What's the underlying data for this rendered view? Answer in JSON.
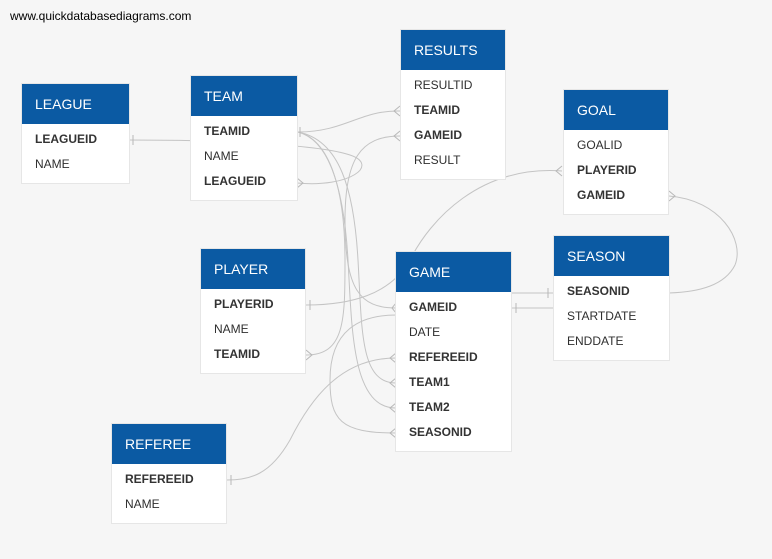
{
  "watermark": "www.quickdatabasediagrams.com",
  "tables": {
    "league": {
      "name": "LEAGUE",
      "fields": [
        {
          "name": "LEAGUEID",
          "bold": true
        },
        {
          "name": "NAME",
          "bold": false
        }
      ]
    },
    "team": {
      "name": "TEAM",
      "fields": [
        {
          "name": "TEAMID",
          "bold": true
        },
        {
          "name": "NAME",
          "bold": false
        },
        {
          "name": "LEAGUEID",
          "bold": true
        }
      ]
    },
    "results": {
      "name": "RESULTS",
      "fields": [
        {
          "name": "RESULTID",
          "bold": false
        },
        {
          "name": "TEAMID",
          "bold": true
        },
        {
          "name": "GAMEID",
          "bold": true
        },
        {
          "name": "RESULT",
          "bold": false
        }
      ]
    },
    "goal": {
      "name": "GOAL",
      "fields": [
        {
          "name": "GOALID",
          "bold": false
        },
        {
          "name": "PLAYERID",
          "bold": true
        },
        {
          "name": "GAMEID",
          "bold": true
        }
      ]
    },
    "player": {
      "name": "PLAYER",
      "fields": [
        {
          "name": "PLAYERID",
          "bold": true
        },
        {
          "name": "NAME",
          "bold": false
        },
        {
          "name": "TEAMID",
          "bold": true
        }
      ]
    },
    "game": {
      "name": "GAME",
      "fields": [
        {
          "name": "GAMEID",
          "bold": true
        },
        {
          "name": "DATE",
          "bold": false
        },
        {
          "name": "REFEREEID",
          "bold": true
        },
        {
          "name": "TEAM1",
          "bold": true
        },
        {
          "name": "TEAM2",
          "bold": true
        },
        {
          "name": "SEASONID",
          "bold": true
        }
      ]
    },
    "season": {
      "name": "SEASON",
      "fields": [
        {
          "name": "SEASONID",
          "bold": true
        },
        {
          "name": "STARTDATE",
          "bold": false
        },
        {
          "name": "ENDDATE",
          "bold": false
        }
      ]
    },
    "referee": {
      "name": "REFEREE",
      "fields": [
        {
          "name": "REFEREEID",
          "bold": true
        },
        {
          "name": "NAME",
          "bold": false
        }
      ]
    }
  },
  "relationships": [
    {
      "from": "team.LEAGUEID",
      "to": "league.LEAGUEID"
    },
    {
      "from": "results.TEAMID",
      "to": "team.TEAMID"
    },
    {
      "from": "results.GAMEID",
      "to": "game.GAMEID"
    },
    {
      "from": "goal.PLAYERID",
      "to": "player.PLAYERID"
    },
    {
      "from": "goal.GAMEID",
      "to": "game.GAMEID"
    },
    {
      "from": "player.TEAMID",
      "to": "team.TEAMID"
    },
    {
      "from": "game.TEAM1",
      "to": "team.TEAMID"
    },
    {
      "from": "game.TEAM2",
      "to": "team.TEAMID"
    },
    {
      "from": "game.SEASONID",
      "to": "season.SEASONID"
    },
    {
      "from": "game.REFEREEID",
      "to": "referee.REFEREEID"
    }
  ],
  "colors": {
    "header": "#0b5aa3",
    "line": "#c4c4c4",
    "background": "#f6f6f6"
  }
}
